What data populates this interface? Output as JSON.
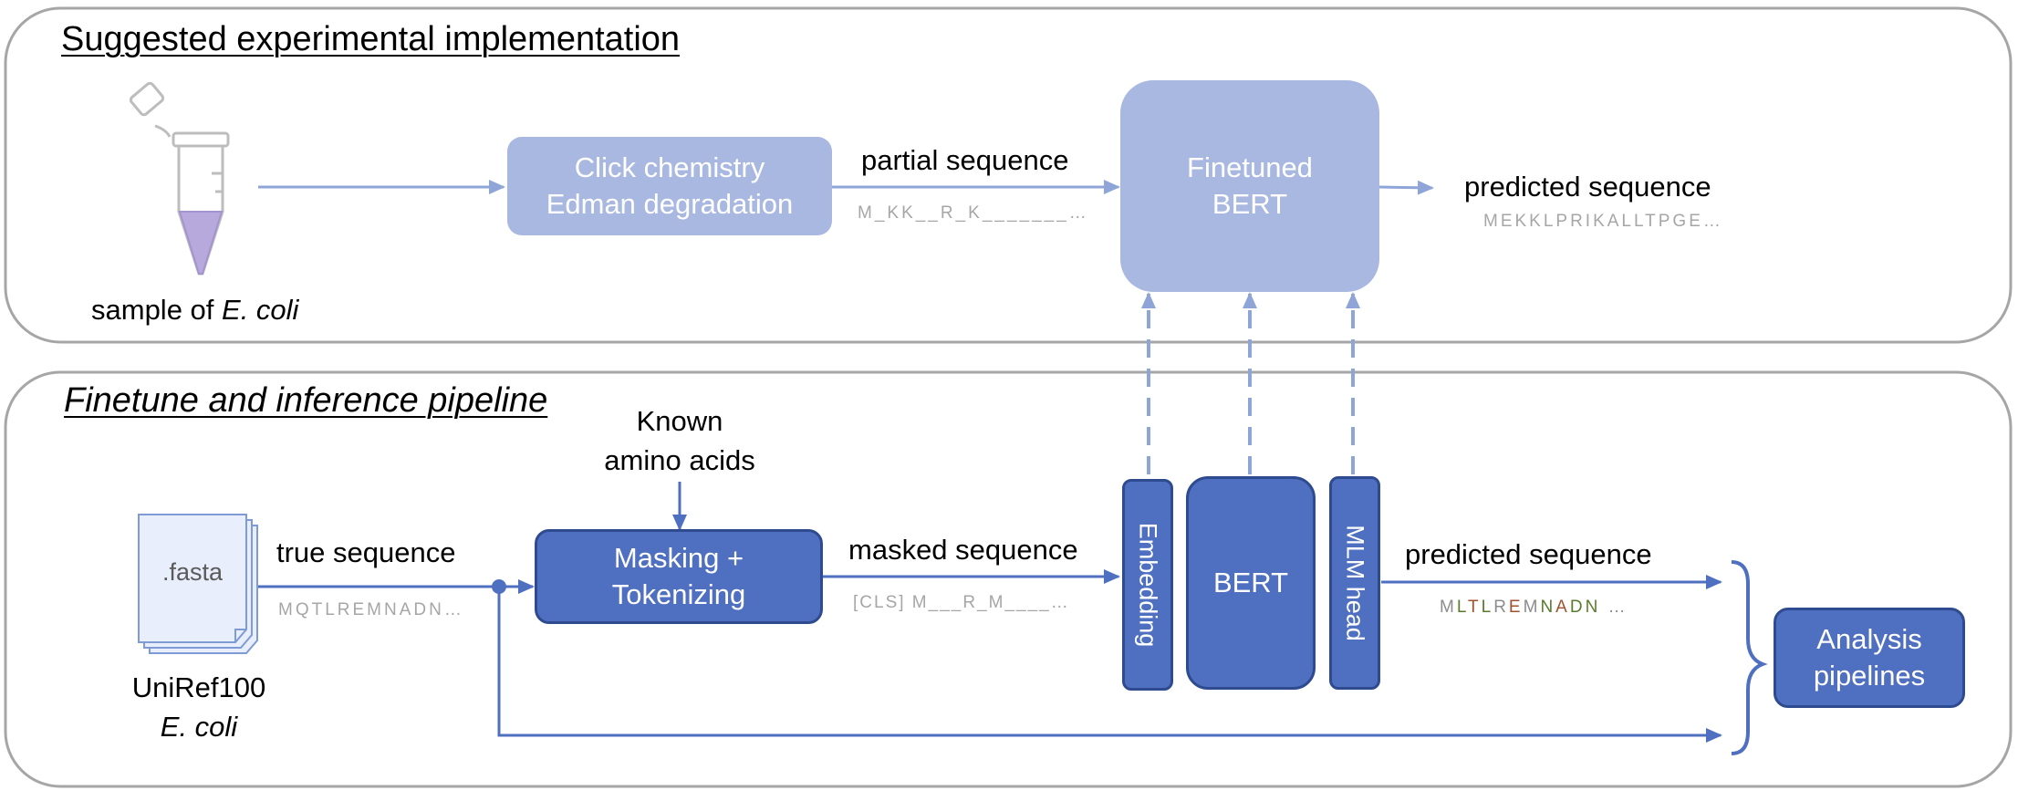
{
  "top_panel": {
    "title": "Suggested experimental implementation",
    "sample_label_prefix": "sample of ",
    "sample_label_species": "E. coli",
    "chemistry_box": [
      "Click chemistry",
      "Edman degradation"
    ],
    "partial_label": "partial sequence",
    "partial_seq": "M_KK__R_K_______…",
    "bert_box": [
      "Finetuned",
      "BERT"
    ],
    "predicted_label": "predicted sequence",
    "predicted_seq": "MEKKLPRIKALLTPGE…"
  },
  "bottom_panel": {
    "title": "Finetune and inference pipeline",
    "fasta_label": ".fasta",
    "uniref_label": "UniRef100",
    "uniref_species": "E. coli",
    "true_label": "true sequence",
    "true_seq": "MQTLREMNADN…",
    "known_label": [
      "Known",
      "amino acids"
    ],
    "masking_box": [
      "Masking +",
      "Tokenizing"
    ],
    "masked_label": "masked sequence",
    "masked_seq": "[CLS] M___R_M____…",
    "embedding_label": "Embedding",
    "bert_label": "BERT",
    "mlm_label": "MLM head",
    "predicted_label": "predicted sequence",
    "predicted_seq_letters": [
      {
        "c": "M",
        "color": "#8c8c8c"
      },
      {
        "c": "L",
        "color": "#5a7a2e"
      },
      {
        "c": "T",
        "color": "#a0522d"
      },
      {
        "c": "L",
        "color": "#5a7a2e"
      },
      {
        "c": "R",
        "color": "#8c8c8c"
      },
      {
        "c": "E",
        "color": "#a0522d"
      },
      {
        "c": "M",
        "color": "#8c8c8c"
      },
      {
        "c": "N",
        "color": "#5a7a2e"
      },
      {
        "c": "A",
        "color": "#a0522d"
      },
      {
        "c": "D",
        "color": "#5a7a2e"
      },
      {
        "c": "N",
        "color": "#5a7a2e"
      },
      {
        "c": " …",
        "color": "#8c8c8c"
      }
    ],
    "analysis_box": [
      "Analysis",
      "pipelines"
    ]
  },
  "colors": {
    "light_blue": "#a9b8e0",
    "dark_blue": "#4f6fc0",
    "arrow_light": "#8fa5d8",
    "arrow_dark": "#4f6fc0",
    "panel_border": "#a6a6a6"
  }
}
